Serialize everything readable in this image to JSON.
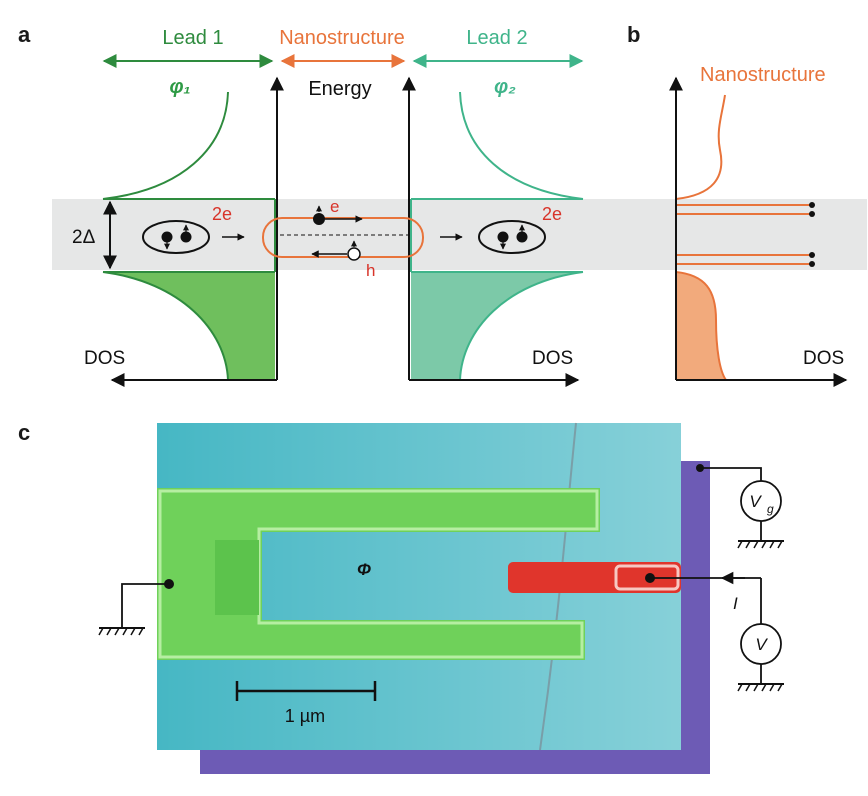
{
  "panel_a": {
    "letter": "a",
    "lead1_label": "Lead 1",
    "nano_label": "Nanostructure",
    "lead2_label": "Lead 2",
    "phi1": "φ₁",
    "phi2": "φ₂",
    "energy_label": "Energy",
    "gap_label": "2Δ",
    "pair_left": "2e",
    "pair_right": "2e",
    "electron": "e",
    "hole": "h",
    "dos_left": "DOS",
    "dos_right": "DOS"
  },
  "panel_b": {
    "letter": "b",
    "nano_label": "Nanostructure",
    "dos_label": "DOS"
  },
  "panel_c": {
    "letter": "c",
    "flux": "Φ",
    "current": "I",
    "gate_voltage": "V",
    "gate_subscript": "g",
    "voltmeter": "V",
    "scale_bar": "1 µm"
  },
  "colors": {
    "lead1_dark": "#2e8b3e",
    "lead1_fill": "#6fbf5d",
    "lead2": "#3fb48a",
    "lead2_fill": "#7cc9a8",
    "nano": "#e8743b",
    "nano_fill": "#f2aa7c",
    "gap_band": "#e6e7e7",
    "charge_red": "#d8342a",
    "substrate": "#46b7c4",
    "purple": "#6d5bb5",
    "green_device": "#6fd15a",
    "red_device": "#e0352c"
  }
}
